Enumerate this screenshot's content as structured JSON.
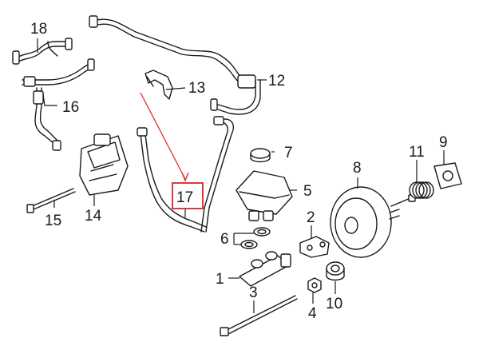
{
  "callouts": [
    {
      "id": "1",
      "label": "1"
    },
    {
      "id": "2",
      "label": "2"
    },
    {
      "id": "3",
      "label": "3"
    },
    {
      "id": "4",
      "label": "4"
    },
    {
      "id": "5",
      "label": "5"
    },
    {
      "id": "6",
      "label": "6"
    },
    {
      "id": "7",
      "label": "7"
    },
    {
      "id": "8",
      "label": "8"
    },
    {
      "id": "9",
      "label": "9"
    },
    {
      "id": "10",
      "label": "10"
    },
    {
      "id": "11",
      "label": "11"
    },
    {
      "id": "12",
      "label": "12"
    },
    {
      "id": "13",
      "label": "13"
    },
    {
      "id": "14",
      "label": "14"
    },
    {
      "id": "15",
      "label": "15"
    },
    {
      "id": "16",
      "label": "16"
    },
    {
      "id": "17",
      "label": "17"
    },
    {
      "id": "18",
      "label": "18"
    }
  ],
  "highlight": {
    "label_ref": "17",
    "color": "#e02020"
  }
}
